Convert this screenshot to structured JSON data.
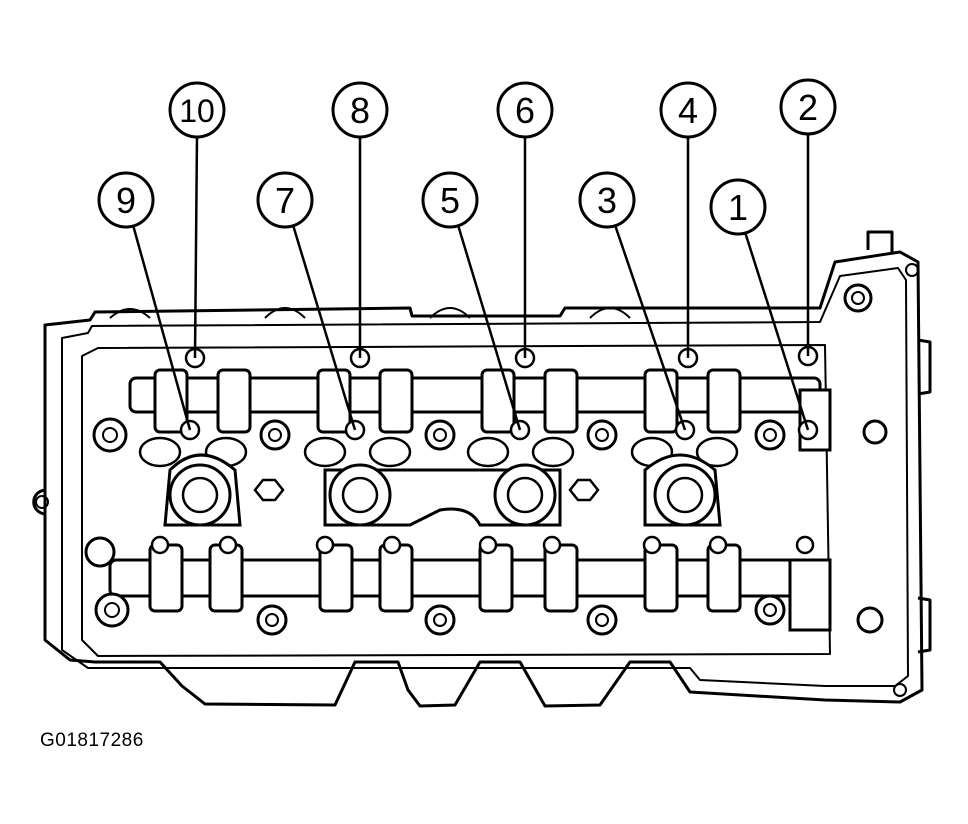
{
  "figure": {
    "id_label": "G01817286",
    "callouts": [
      {
        "label": "1"
      },
      {
        "label": "2"
      },
      {
        "label": "3"
      },
      {
        "label": "4"
      },
      {
        "label": "5"
      },
      {
        "label": "6"
      },
      {
        "label": "7"
      },
      {
        "label": "8"
      },
      {
        "label": "9"
      },
      {
        "label": "10"
      }
    ]
  }
}
